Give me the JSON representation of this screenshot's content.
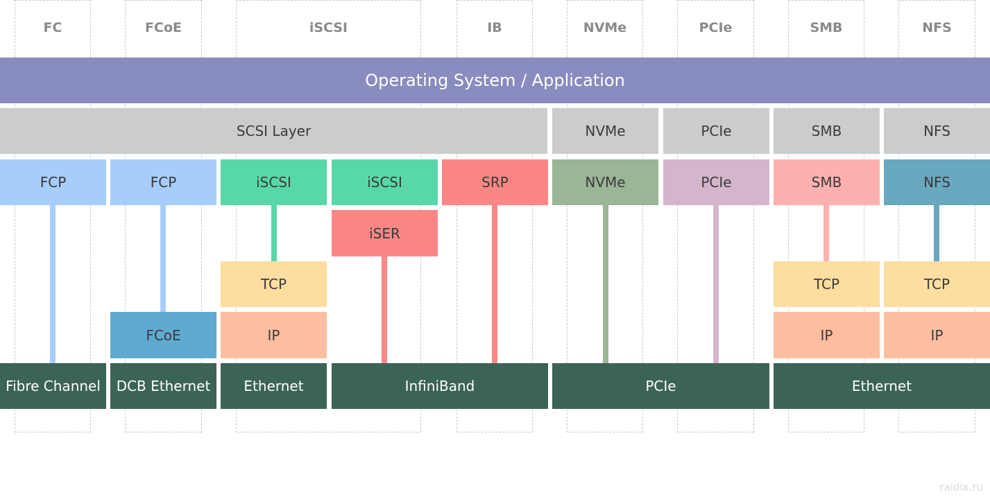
{
  "columns": {
    "fc": "FC",
    "fcoe": "FCoE",
    "iscsi": "iSCSI",
    "ib": "IB",
    "nvme": "NVMe",
    "pcie": "PCIe",
    "smb": "SMB",
    "nfs": "NFS"
  },
  "os_app": "Operating System / Application",
  "upper": {
    "scsi": "SCSI Layer",
    "nvme": "NVMe",
    "pcie": "PCIe",
    "smb": "SMB",
    "nfs": "NFS"
  },
  "protocols": {
    "fcp1": "FCP",
    "fcp2": "FCP",
    "iscsi1": "iSCSI",
    "iscsi2": "iSCSI",
    "srp": "SRP",
    "nvme": "NVMe",
    "pcie": "PCIe",
    "smb": "SMB",
    "nfs": "NFS"
  },
  "mid": {
    "iser": "iSER",
    "tcp_iscsi": "TCP",
    "ip_iscsi": "IP",
    "fcoe": "FCoE",
    "tcp_smb": "TCP",
    "ip_smb": "IP",
    "tcp_nfs": "TCP",
    "ip_nfs": "IP"
  },
  "transport": {
    "fibre_channel": "Fibre Channel",
    "dcb_ethernet": "DCB Ethernet",
    "ethernet1": "Ethernet",
    "infiniband": "InfiniBand",
    "pcie": "PCIe",
    "ethernet2": "Ethernet"
  },
  "watermark": "raidix.ru",
  "colors": {
    "os_bar": "#888cbe",
    "scsi_gray": "#cccccc",
    "fcp": "#a6cdfb",
    "iscsi": "#58d8a8",
    "srp": "#fb8686",
    "iser": "#fb8686",
    "nvme": "#9bb597",
    "pcie": "#d5b5cc",
    "smb": "#fdb0b0",
    "nfs": "#6aa8c0",
    "fcoe_box": "#60aad2",
    "tcp": "#fddda0",
    "ip": "#fdbda0",
    "transport": "#3c6357"
  }
}
